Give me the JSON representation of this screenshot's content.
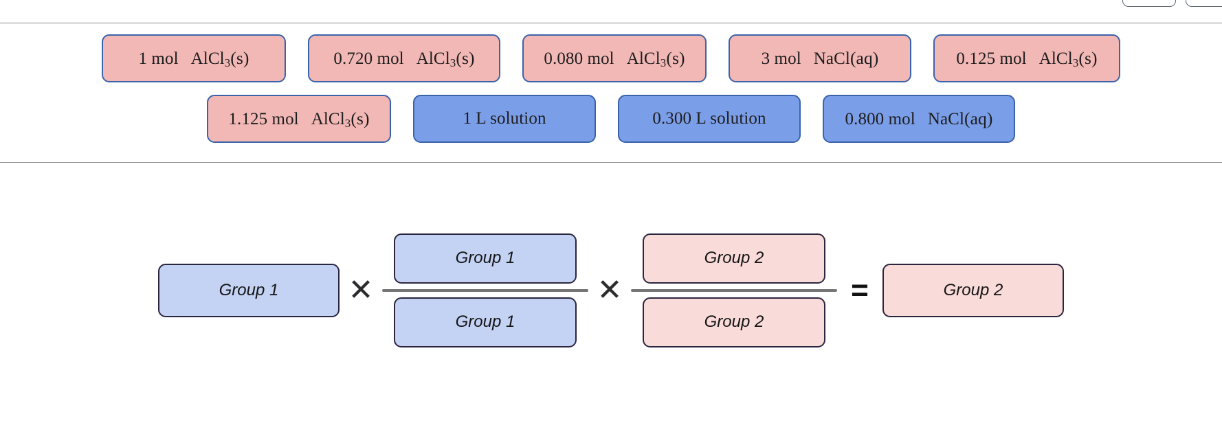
{
  "top_bar": {
    "clipped_buttons": [
      "",
      ""
    ]
  },
  "tile_bank": {
    "rows": [
      [
        {
          "id": "tile-1-mol-alcl3-s",
          "color": "pink",
          "group": "Group 2",
          "amount": "1 mol",
          "formula_pre": "AlCl",
          "formula_sub": "3",
          "formula_post": "(s)",
          "text": "1 mol  AlCl3(s)"
        },
        {
          "id": "tile-0720-mol-alcl3-s",
          "color": "pink",
          "group": "Group 2",
          "amount": "0.720 mol",
          "formula_pre": "AlCl",
          "formula_sub": "3",
          "formula_post": "(s)",
          "text": "0.720 mol  AlCl3(s)"
        },
        {
          "id": "tile-0080-mol-alcl3-s",
          "color": "pink",
          "group": "Group 2",
          "amount": "0.080 mol",
          "formula_pre": "AlCl",
          "formula_sub": "3",
          "formula_post": "(s)",
          "text": "0.080 mol  AlCl3(s)"
        },
        {
          "id": "tile-3-mol-nacl-aq",
          "color": "pink",
          "group": "Group 2",
          "amount": "3 mol",
          "formula_pre": "NaCl",
          "formula_sub": "",
          "formula_post": "(aq)",
          "text": "3 mol  NaCl(aq)"
        },
        {
          "id": "tile-0125-mol-alcl3-s",
          "color": "pink",
          "group": "Group 2",
          "amount": "0.125 mol",
          "formula_pre": "AlCl",
          "formula_sub": "3",
          "formula_post": "(s)",
          "text": "0.125 mol  AlCl3(s)"
        }
      ],
      [
        {
          "id": "tile-1125-mol-alcl3-s",
          "color": "pink",
          "group": "Group 2",
          "amount": "1.125 mol",
          "formula_pre": "AlCl",
          "formula_sub": "3",
          "formula_post": "(s)",
          "text": "1.125 mol  AlCl3(s)"
        },
        {
          "id": "tile-1-l-solution",
          "color": "blue",
          "group": "Group 1",
          "amount": "1 L solution",
          "formula_pre": "",
          "formula_sub": "",
          "formula_post": "",
          "text": "1 L solution"
        },
        {
          "id": "tile-0300-l-solution",
          "color": "blue",
          "group": "Group 1",
          "amount": "0.300 L solution",
          "formula_pre": "",
          "formula_sub": "",
          "formula_post": "",
          "text": "0.300 L solution"
        },
        {
          "id": "tile-0800-mol-nacl-aq",
          "color": "blue",
          "group": "Group 1",
          "amount": "0.800 mol",
          "formula_pre": "NaCl",
          "formula_sub": "",
          "formula_post": "(aq)",
          "text": "0.800 mol  NaCl(aq)"
        }
      ]
    ]
  },
  "equation": {
    "operators": {
      "times": "✕",
      "equals": "="
    },
    "slots": [
      {
        "id": "slot-first-term",
        "label": "Group 1",
        "color": "blue",
        "position": "first-factor"
      },
      {
        "id": "slot-factor1-numerator",
        "label": "Group 1",
        "color": "blue",
        "position": "numerator"
      },
      {
        "id": "slot-factor1-denominator",
        "label": "Group 1",
        "color": "blue",
        "position": "denominator"
      },
      {
        "id": "slot-factor2-numerator",
        "label": "Group 2",
        "color": "pink",
        "position": "numerator"
      },
      {
        "id": "slot-factor2-denominator",
        "label": "Group 2",
        "color": "pink",
        "position": "denominator"
      },
      {
        "id": "slot-result",
        "label": "Group 2",
        "color": "pink",
        "position": "result"
      }
    ]
  },
  "colors": {
    "tile_pink_fill": "#f2b8b6",
    "tile_blue_fill": "#7b9ee8",
    "tile_border": "#3b63ab",
    "slot_pink_fill": "#f9dbd9",
    "slot_blue_fill": "#c4d2f4",
    "slot_border": "#2a2640",
    "fraction_bar": "#767676",
    "divider": "#8a8a8a",
    "background": "#ffffff"
  }
}
